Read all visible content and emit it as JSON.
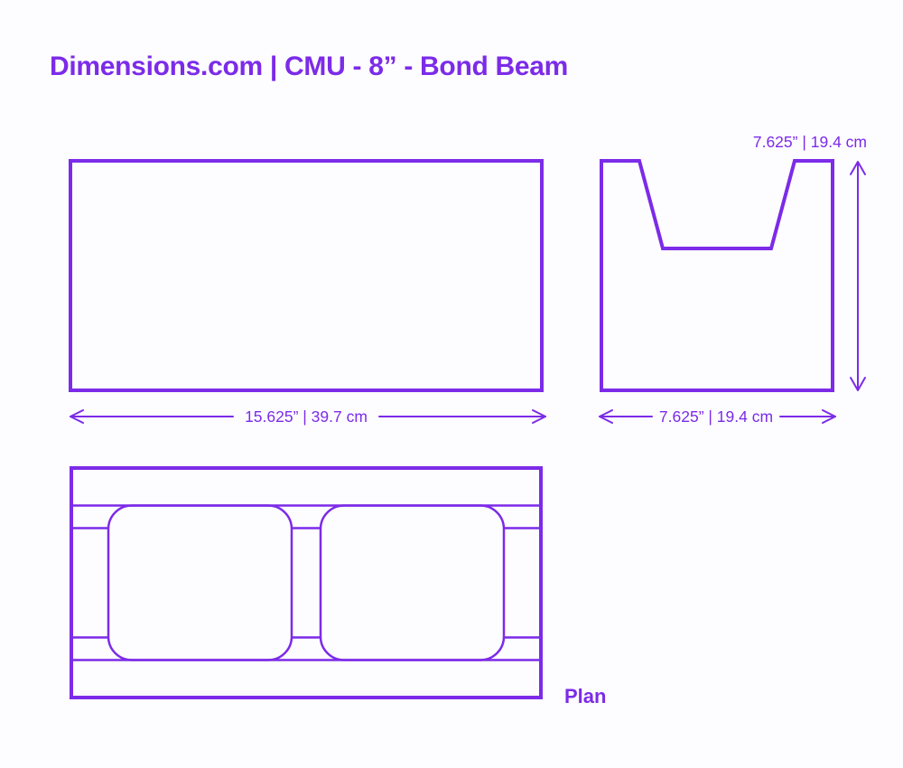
{
  "page": {
    "background": "#FDFDFF",
    "accent_color": "#7C2BE8"
  },
  "header": {
    "title": "Dimensions.com | CMU - 8” - Bond Beam"
  },
  "views": {
    "front": {
      "width_label": "15.625” | 39.7 cm"
    },
    "section": {
      "height_label": "7.625” | 19.4 cm",
      "width_label": "7.625” | 19.4 cm"
    },
    "plan": {
      "label": "Plan"
    }
  }
}
